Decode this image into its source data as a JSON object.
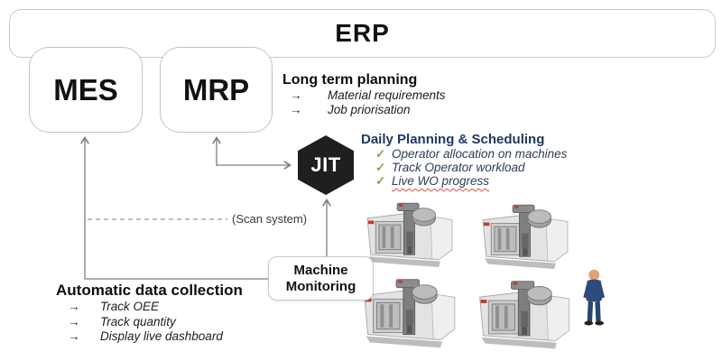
{
  "colors": {
    "navy_heading": "#1f3864",
    "check_green": "#7cab5e",
    "jit_background": "#1f1f1f",
    "box_border": "#c9c9c9",
    "connector_gray": "#7f7f7f",
    "spellcheck_red": "#dd4b4b"
  },
  "glyphs": {
    "bullet_arrow": "→",
    "check": "✓"
  },
  "boxes": {
    "erp": "ERP",
    "mes": "MES",
    "mrp": "MRP",
    "jit": "JIT",
    "machine_monitoring": "Machine Monitoring"
  },
  "sections": {
    "long_term_planning": {
      "title": "Long term planning",
      "items": [
        "Material requirements",
        "Job priorisation"
      ]
    },
    "daily_planning": {
      "title": "Daily Planning & Scheduling",
      "items": [
        "Operator allocation on machines",
        "Track Operator workload",
        "Live WO progress"
      ]
    },
    "automatic_data_collection": {
      "title": "Automatic data collection",
      "items": [
        "Track OEE",
        "Track quantity",
        "Display live dashboard"
      ]
    }
  },
  "annotations": {
    "scan_system": "(Scan system)"
  }
}
